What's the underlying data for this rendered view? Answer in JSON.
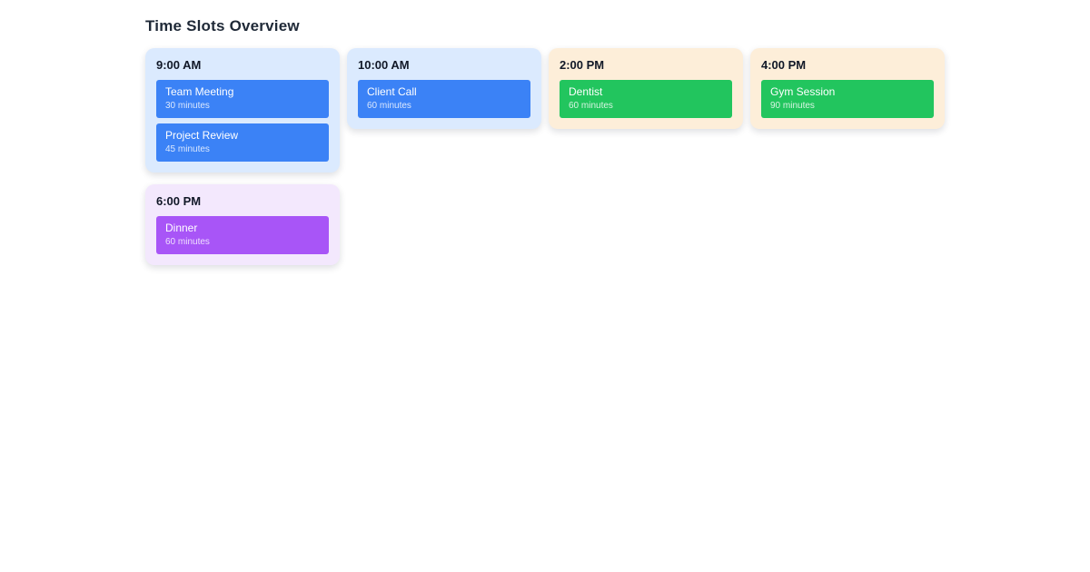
{
  "page": {
    "title": "Time Slots Overview"
  },
  "colors": {
    "card-blue": "#dbeafe",
    "card-peach": "#fdeed9",
    "card-purple": "#f3e8fd",
    "event-blue": "#3b82f6",
    "event-green": "#22c55e",
    "event-purple": "#a855f7"
  },
  "slots": [
    {
      "time": "9:00 AM",
      "events": [
        {
          "title": "Team Meeting",
          "duration": "30 minutes"
        },
        {
          "title": "Project Review",
          "duration": "45 minutes"
        }
      ]
    },
    {
      "time": "10:00 AM",
      "events": [
        {
          "title": "Client Call",
          "duration": "60 minutes"
        }
      ]
    },
    {
      "time": "2:00 PM",
      "events": [
        {
          "title": "Dentist",
          "duration": "60 minutes"
        }
      ]
    },
    {
      "time": "4:00 PM",
      "events": [
        {
          "title": "Gym Session",
          "duration": "90 minutes"
        }
      ]
    },
    {
      "time": "6:00 PM",
      "events": [
        {
          "title": "Dinner",
          "duration": "60 minutes"
        }
      ]
    }
  ]
}
